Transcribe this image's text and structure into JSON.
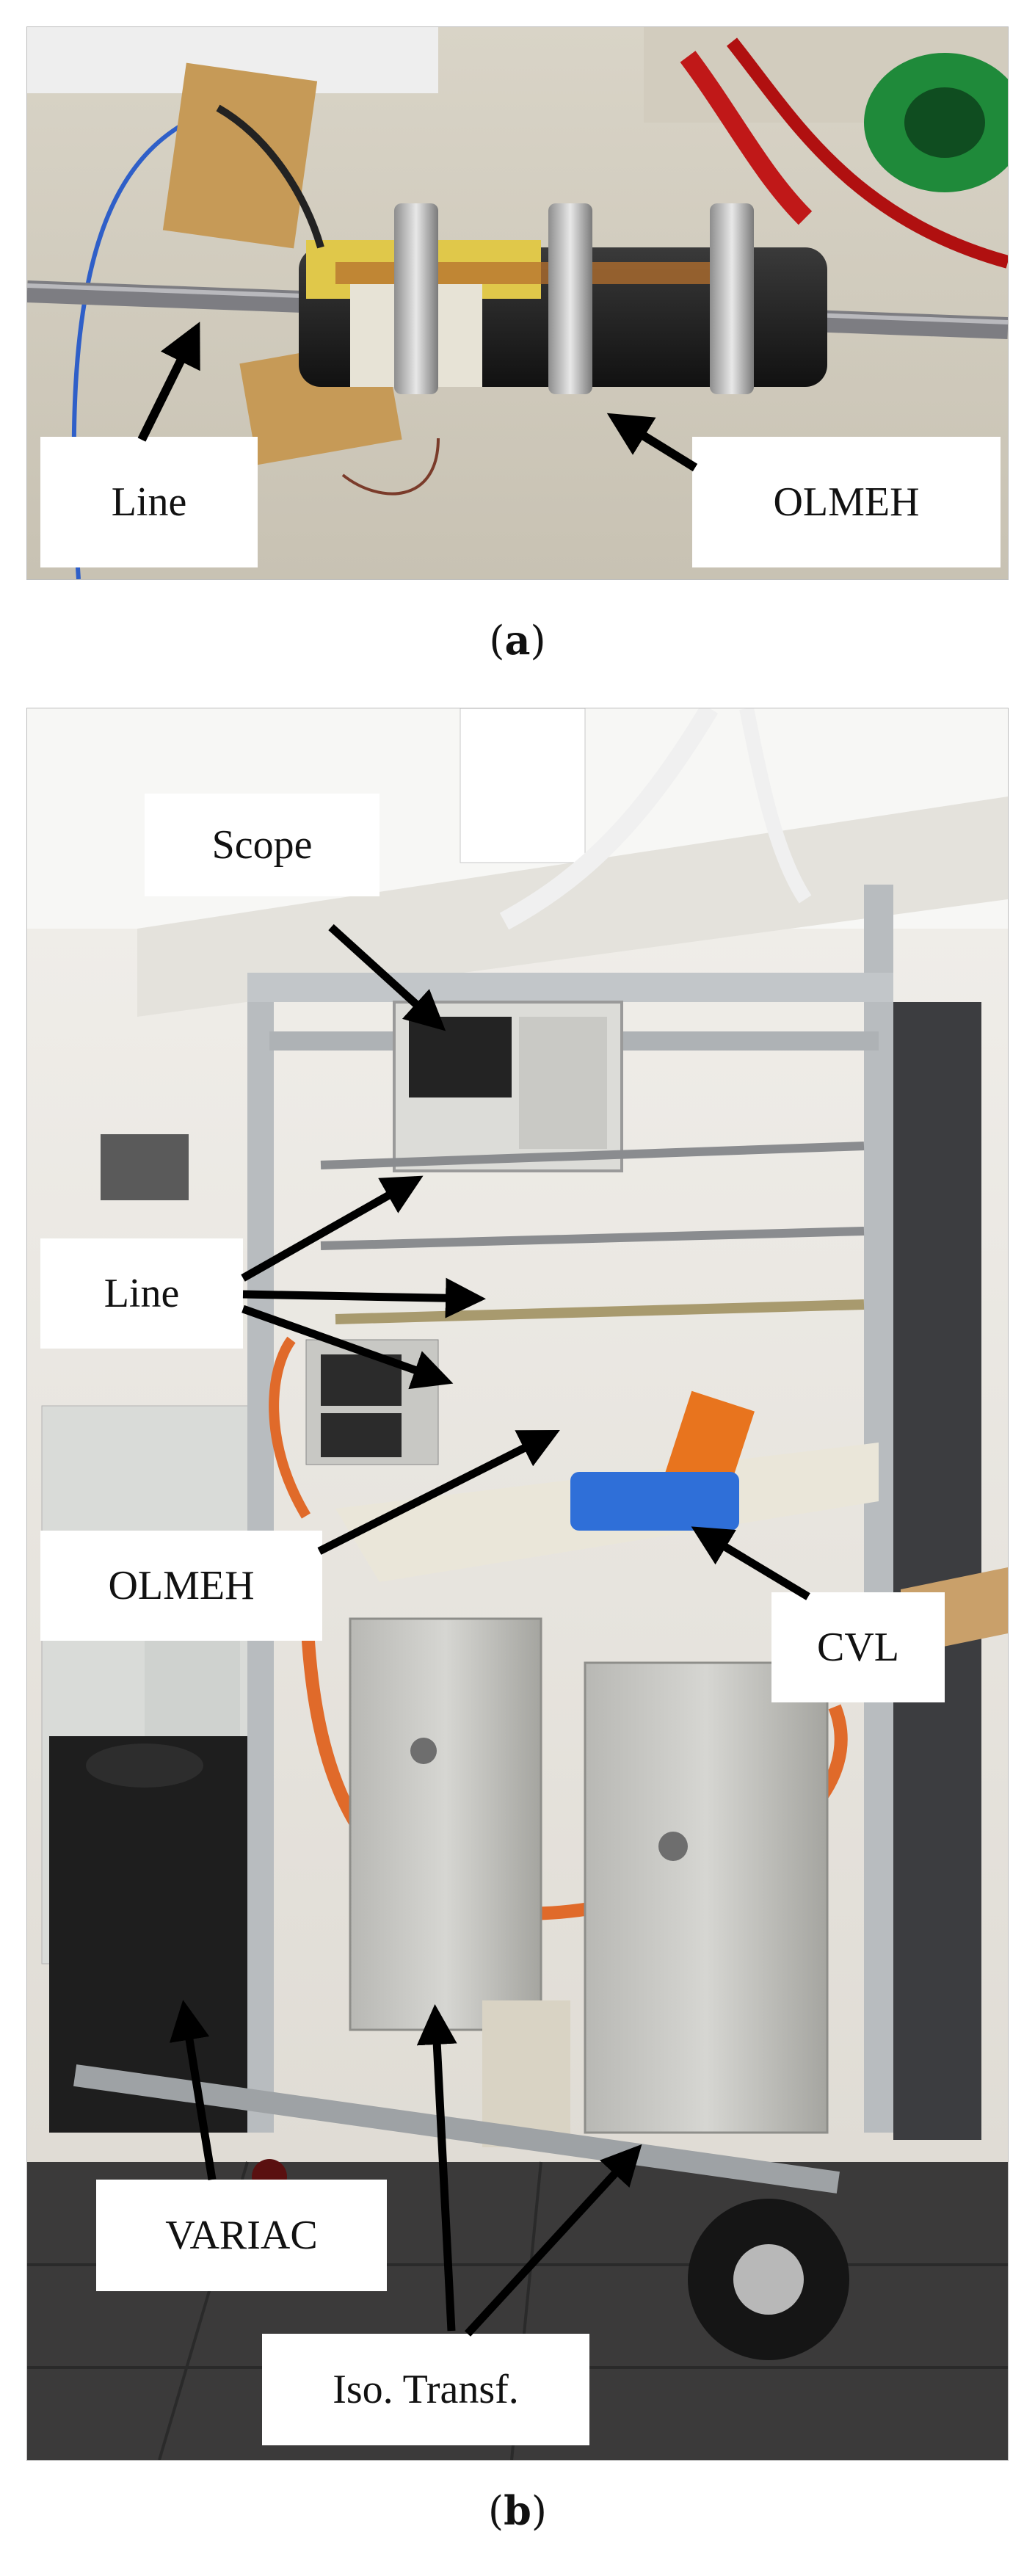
{
  "panel_a": {
    "caption": {
      "open": "(",
      "letter": "a",
      "close": ")"
    },
    "labels": {
      "line": "Line",
      "olmeh": "OLMEH"
    }
  },
  "panel_b": {
    "caption": {
      "open": "(",
      "letter": "b",
      "close": ")"
    },
    "labels": {
      "scope": "Scope",
      "line": "Line",
      "olmeh": "OLMEH",
      "cvl": "CVL",
      "variac": "VARIAC",
      "iso_transf": "Iso. Transf."
    }
  },
  "colors": {
    "label_bg": "#ffffff",
    "arrow": "#000000",
    "cable_orange": "#e06a2a",
    "battery_blue": "#2f6fd8",
    "wall": "#e9e6df"
  }
}
